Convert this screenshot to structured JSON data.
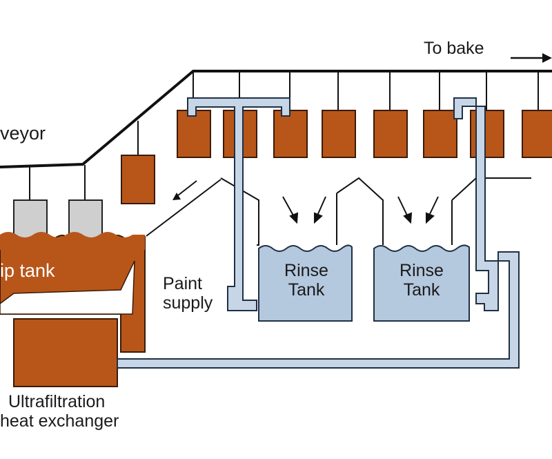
{
  "labels": {
    "to_bake": "To bake",
    "conveyor": "veyor",
    "dip_tank": "ip tank",
    "paint_supply": [
      "Paint",
      "supply"
    ],
    "rinse_tank_1": [
      "Rinse",
      "Tank"
    ],
    "rinse_tank_2": [
      "Rinse",
      "Tank"
    ],
    "ultrafiltration": [
      "Ultrafiltration",
      "heat exchanger"
    ]
  },
  "colors": {
    "paint": "#b8561a",
    "paint_edge": "#5a2a0a",
    "rinse_water": "#b4c8de",
    "pipe_fill": "#c7d6e6",
    "pipe_edge": "#1f2f44",
    "line": "#111111",
    "part_dripping": "#cfcfcf"
  },
  "icons": [
    "flow-arrow-icon",
    "drip-arrow-icon",
    "spray-arrow-icon"
  ]
}
